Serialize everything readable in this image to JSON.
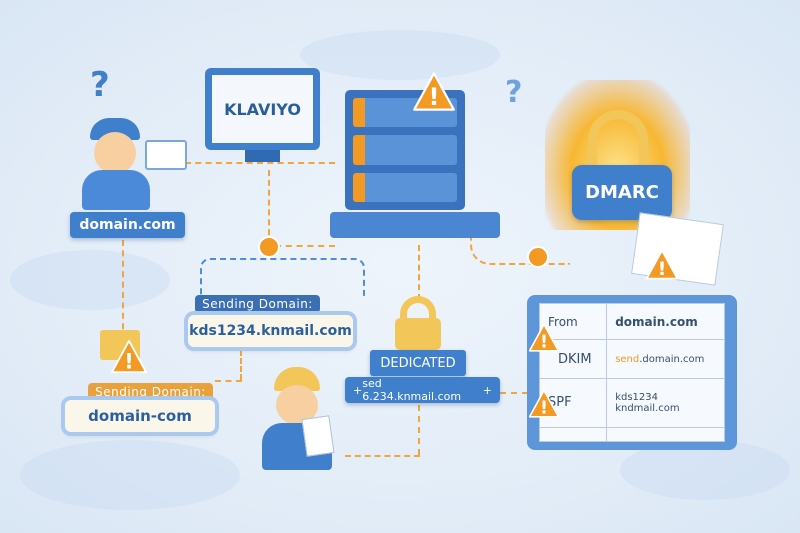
{
  "user_block": {
    "domain_label": "domain.com"
  },
  "monitor": {
    "brand": "KLAVIYO"
  },
  "dmarc": {
    "label": "DMARC"
  },
  "sending_domain_1": {
    "label": "Sending Domain:",
    "value": "kds1234.knmail.com"
  },
  "sending_domain_2": {
    "label": "Sending Domain:",
    "value": "domain-com"
  },
  "dedicated": {
    "label": "DEDICATED",
    "value": "sed 6.234.knmail.com",
    "left_mark": "+",
    "right_mark": "+"
  },
  "records_table": {
    "rows": [
      {
        "key": "From",
        "value": "domain.com"
      },
      {
        "key": "DKIM",
        "value_highlight": "send",
        "value": ".domain.com"
      },
      {
        "key": "SPF",
        "value": "kds1234",
        "value_line2": "kndmail.com"
      },
      {
        "key": "",
        "value": ""
      }
    ]
  },
  "icons": {
    "question": "?",
    "warning": "!"
  },
  "colors": {
    "accent_blue": "#3f7fcc",
    "warning_orange": "#f29a24",
    "flame": "#f7b733",
    "background": "#e6eff9"
  }
}
